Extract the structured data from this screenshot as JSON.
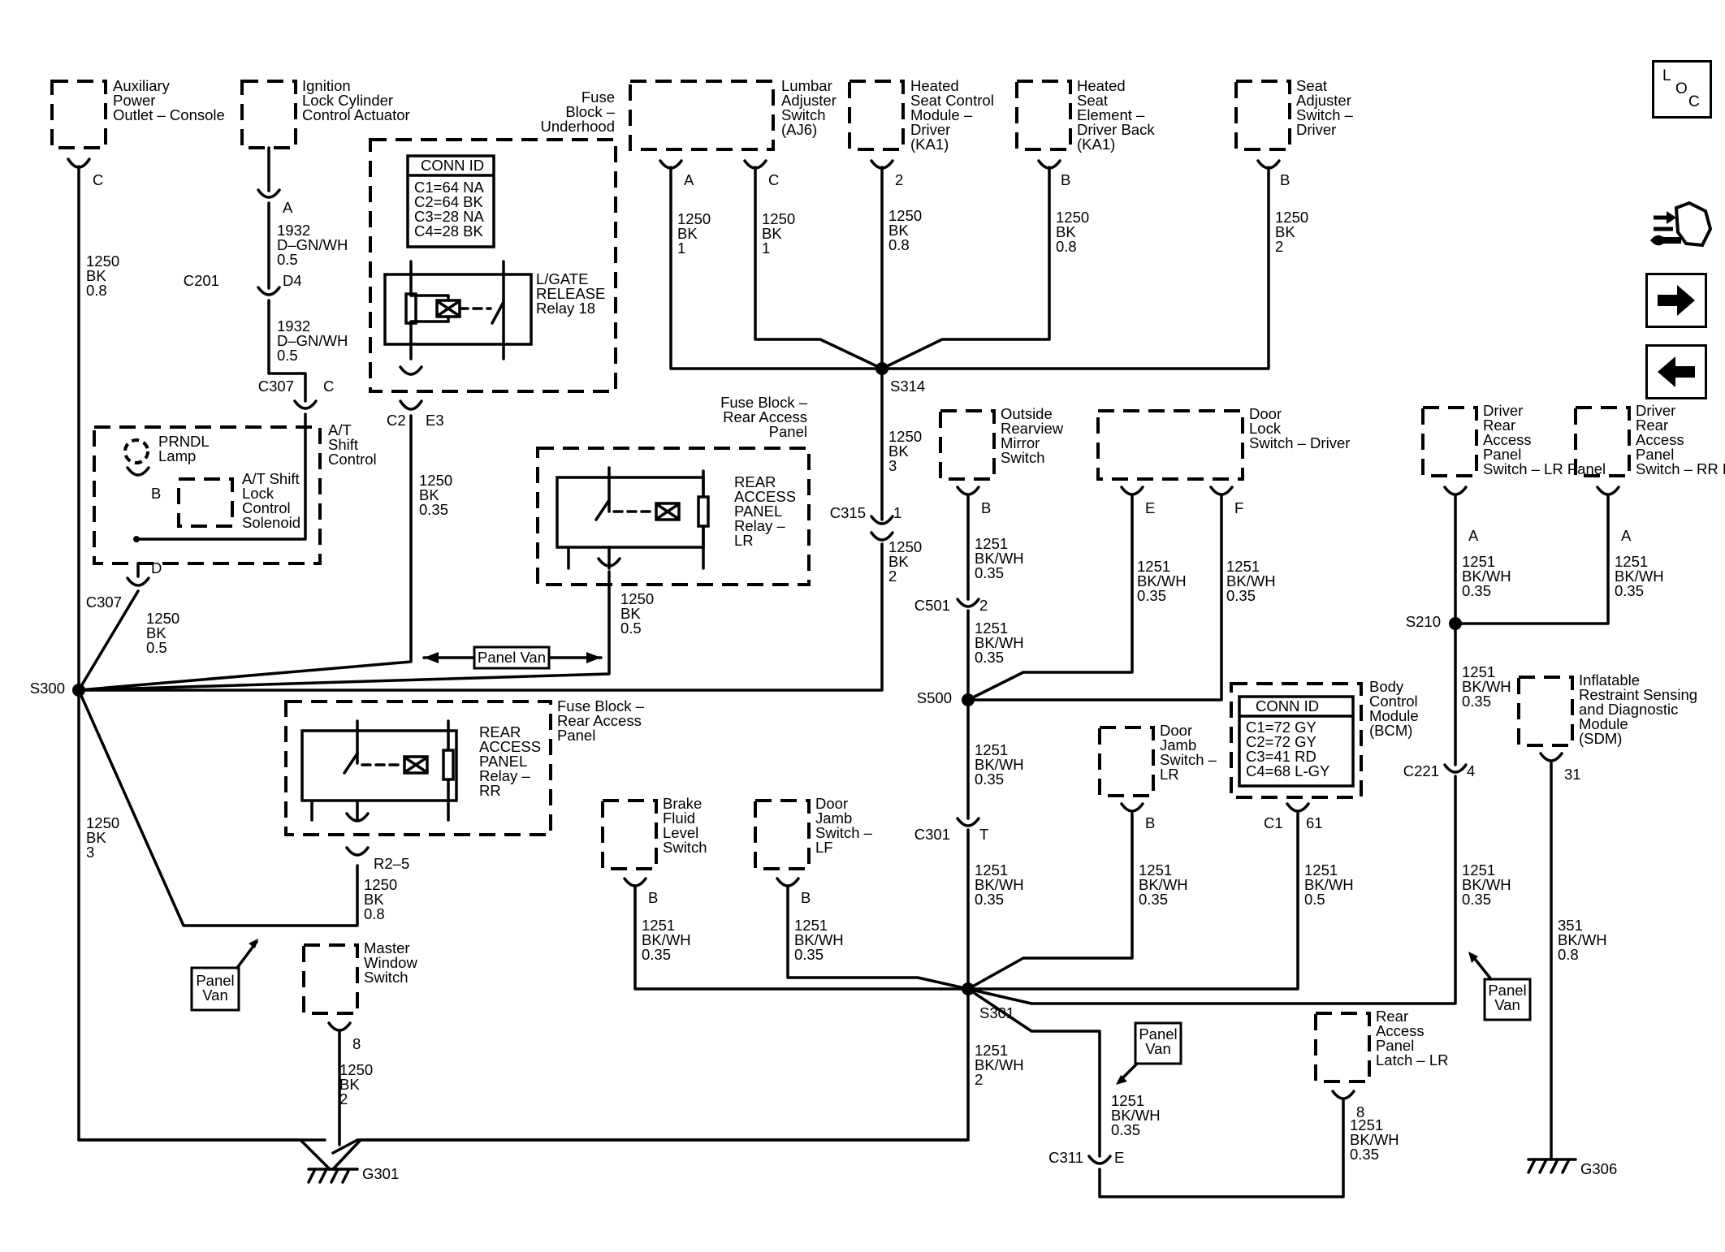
{
  "components": {
    "aux_power_outlet": {
      "lines": [
        "Auxiliary",
        "Power",
        "Outlet – Console"
      ],
      "pin": "C"
    },
    "ignition_lock_actuator": {
      "lines": [
        "Ignition",
        "Lock Cylinder",
        "Control Actuator"
      ],
      "pin": "A"
    },
    "fuse_block_underhood": {
      "lines": [
        "Fuse",
        "Block –",
        "Underhood"
      ]
    },
    "conn_id_underhood": {
      "title": "CONN ID",
      "rows": [
        "C1=64 NA",
        "C2=64 BK",
        "C3=28 NA",
        "C4=28 BK"
      ]
    },
    "lgate_relay": {
      "lines": [
        "L/GATE",
        "RELEASE",
        "Relay 18"
      ],
      "conn": "C2",
      "pin": "E3"
    },
    "lumbar_switch": {
      "lines": [
        "Lumbar",
        "Adjuster",
        "Switch",
        "(AJ6)"
      ],
      "pin_a": "A",
      "pin_c": "C"
    },
    "heated_seat_module": {
      "lines": [
        "Heated",
        "Seat Control",
        "Module –",
        "Driver",
        "(KA1)"
      ],
      "pin": "2"
    },
    "heated_seat_element": {
      "lines": [
        "Heated",
        "Seat",
        "Element –",
        "Driver Back",
        "(KA1)"
      ],
      "pin": "B"
    },
    "seat_adjuster_switch": {
      "lines": [
        "Seat",
        "Adjuster",
        "Switch –",
        "Driver"
      ],
      "pin": "B"
    },
    "prndl_lamp": {
      "lines": [
        "PRNDL",
        "Lamp"
      ],
      "pin": "B"
    },
    "at_shift_solenoid": {
      "lines": [
        "A/T Shift",
        "Lock",
        "Control",
        "Solenoid"
      ]
    },
    "at_shift_control": {
      "lines": [
        "A/T",
        "Shift",
        "Control"
      ]
    },
    "fuse_block_rear_lr": {
      "lines": [
        "Fuse Block –",
        "Rear Access",
        "Panel"
      ]
    },
    "rear_panel_relay_lr": {
      "lines": [
        "REAR",
        "ACCESS",
        "PANEL",
        "Relay –",
        "LR"
      ]
    },
    "fuse_block_rear_rr": {
      "lines": [
        "Fuse Block –",
        "Rear Access",
        "Panel"
      ]
    },
    "rear_panel_relay_rr": {
      "lines": [
        "REAR",
        "ACCESS",
        "PANEL",
        "Relay –",
        "RR"
      ],
      "pin": "R2–5"
    },
    "outside_mirror_switch": {
      "lines": [
        "Outside",
        "Rearview",
        "Mirror",
        "Switch"
      ],
      "pin": "B"
    },
    "door_lock_switch": {
      "lines": [
        "Door",
        "Lock",
        "Switch – Driver"
      ],
      "pin_e": "E",
      "pin_f": "F"
    },
    "driver_rear_lr": {
      "lines": [
        "Driver",
        "Rear",
        "Access",
        "Panel",
        "Switch – LR Panel"
      ],
      "pin": "A"
    },
    "driver_rear_rr": {
      "lines": [
        "Driver",
        "Rear",
        "Access",
        "Panel",
        "Switch – RR Panel"
      ],
      "pin": "A"
    },
    "bcm": {
      "lines": [
        "Body",
        "Control",
        "Module",
        "(BCM)"
      ],
      "conn": "C1",
      "pin": "61"
    },
    "conn_id_bcm": {
      "title": "CONN ID",
      "rows": [
        "C1=72 GY",
        "C2=72 GY",
        "C3=41 RD",
        "C4=68 L-GY"
      ]
    },
    "door_jamb_lr": {
      "lines": [
        "Door",
        "Jamb",
        "Switch –",
        "LR"
      ],
      "pin": "B"
    },
    "sdm": {
      "lines": [
        "Inflatable",
        "Restraint Sensing",
        "and Diagnostic",
        "Module",
        "(SDM)"
      ],
      "pin": "31"
    },
    "brake_fluid_switch": {
      "lines": [
        "Brake",
        "Fluid",
        "Level",
        "Switch"
      ],
      "pin": "B"
    },
    "door_jamb_lf": {
      "lines": [
        "Door",
        "Jamb",
        "Switch –",
        "LF"
      ],
      "pin": "B"
    },
    "master_window_switch": {
      "lines": [
        "Master",
        "Window",
        "Switch"
      ],
      "pin": "8"
    },
    "rear_panel_latch_lr": {
      "lines": [
        "Rear",
        "Access",
        "Panel",
        "Latch – LR"
      ],
      "pin": "8"
    }
  },
  "wires": {
    "aux_gnd": [
      "1250",
      "BK",
      "0.8"
    ],
    "ign_a": [
      "1932",
      "D–GN/WH",
      "0.5"
    ],
    "ign_d4": [
      "1932",
      "D–GN/WH",
      "0.5"
    ],
    "lgate": [
      "1250",
      "BK",
      "0.35"
    ],
    "lumbar_a": [
      "1250",
      "BK",
      "1"
    ],
    "lumbar_c": [
      "1250",
      "BK",
      "1"
    ],
    "heated_mod": [
      "1250",
      "BK",
      "0.8"
    ],
    "heated_elem": [
      "1250",
      "BK",
      "0.8"
    ],
    "seat_adj": [
      "1250",
      "BK",
      "2"
    ],
    "s314_c315": [
      "1250",
      "BK",
      "3"
    ],
    "c315_s300": [
      "1250",
      "BK",
      "2"
    ],
    "relay_lr": [
      "1250",
      "BK",
      "0.5"
    ],
    "c307": [
      "1250",
      "BK",
      "0.5"
    ],
    "s300_rr": [
      "1250",
      "BK",
      "3"
    ],
    "relay_rr": [
      "1250",
      "BK",
      "0.8"
    ],
    "mirror": [
      "1251",
      "BK/WH",
      "0.35"
    ],
    "c501_s500": [
      "1251",
      "BK/WH",
      "0.35"
    ],
    "door_lock_e": [
      "1251",
      "BK/WH",
      "0.35"
    ],
    "door_lock_f": [
      "1251",
      "BK/WH",
      "0.35"
    ],
    "s500_c301": [
      "1251",
      "BK/WH",
      "0.35"
    ],
    "c301_s301": [
      "1251",
      "BK/WH",
      "0.35"
    ],
    "drv_lr": [
      "1251",
      "BK/WH",
      "0.35"
    ],
    "drv_rr": [
      "1251",
      "BK/WH",
      "0.35"
    ],
    "s210_c221": [
      "1251",
      "BK/WH",
      "0.35"
    ],
    "c221_s301": [
      "1251",
      "BK/WH",
      "0.35"
    ],
    "jamb_lr": [
      "1251",
      "BK/WH",
      "0.35"
    ],
    "bcm_w": [
      "1251",
      "BK/WH",
      "0.5"
    ],
    "sdm_w": [
      "351",
      "BK/WH",
      "0.8"
    ],
    "brake": [
      "1251",
      "BK/WH",
      "0.35"
    ],
    "jamb_lf": [
      "1251",
      "BK/WH",
      "0.35"
    ],
    "master": [
      "1250",
      "BK",
      "2"
    ],
    "s301_g301": [
      "1251",
      "BK/WH",
      "2"
    ],
    "s301_c311": [
      "1251",
      "BK/WH",
      "0.35"
    ],
    "latch": [
      "1251",
      "BK/WH",
      "0.35"
    ]
  },
  "connectors": {
    "c201": "C201",
    "c201_pin": "D4",
    "c307_top": "C307",
    "c307_top_pin": "C",
    "c307_bot": "C307",
    "c307_bot_pin": "D",
    "c315": "C315",
    "c315_pin": "1",
    "c501": "C501",
    "c501_pin": "2",
    "c301": "C301",
    "c301_pin": "T",
    "c221": "C221",
    "c221_pin": "4",
    "c311": "C311",
    "c311_pin": "E"
  },
  "splices": {
    "s300": "S300",
    "s314": "S314",
    "s500": "S500",
    "s210": "S210",
    "s301": "S301"
  },
  "grounds": {
    "g301": "G301",
    "g306": "G306"
  },
  "notes": {
    "panel_van": "Panel Van",
    "panel_van_a": [
      "Panel",
      "Van"
    ],
    "panel_van_b": [
      "Panel",
      "Van"
    ],
    "panel_van_c": [
      "Panel",
      "Van"
    ]
  },
  "nav": {
    "loc_l": "L",
    "loc_o": "O",
    "loc_c": "C"
  }
}
